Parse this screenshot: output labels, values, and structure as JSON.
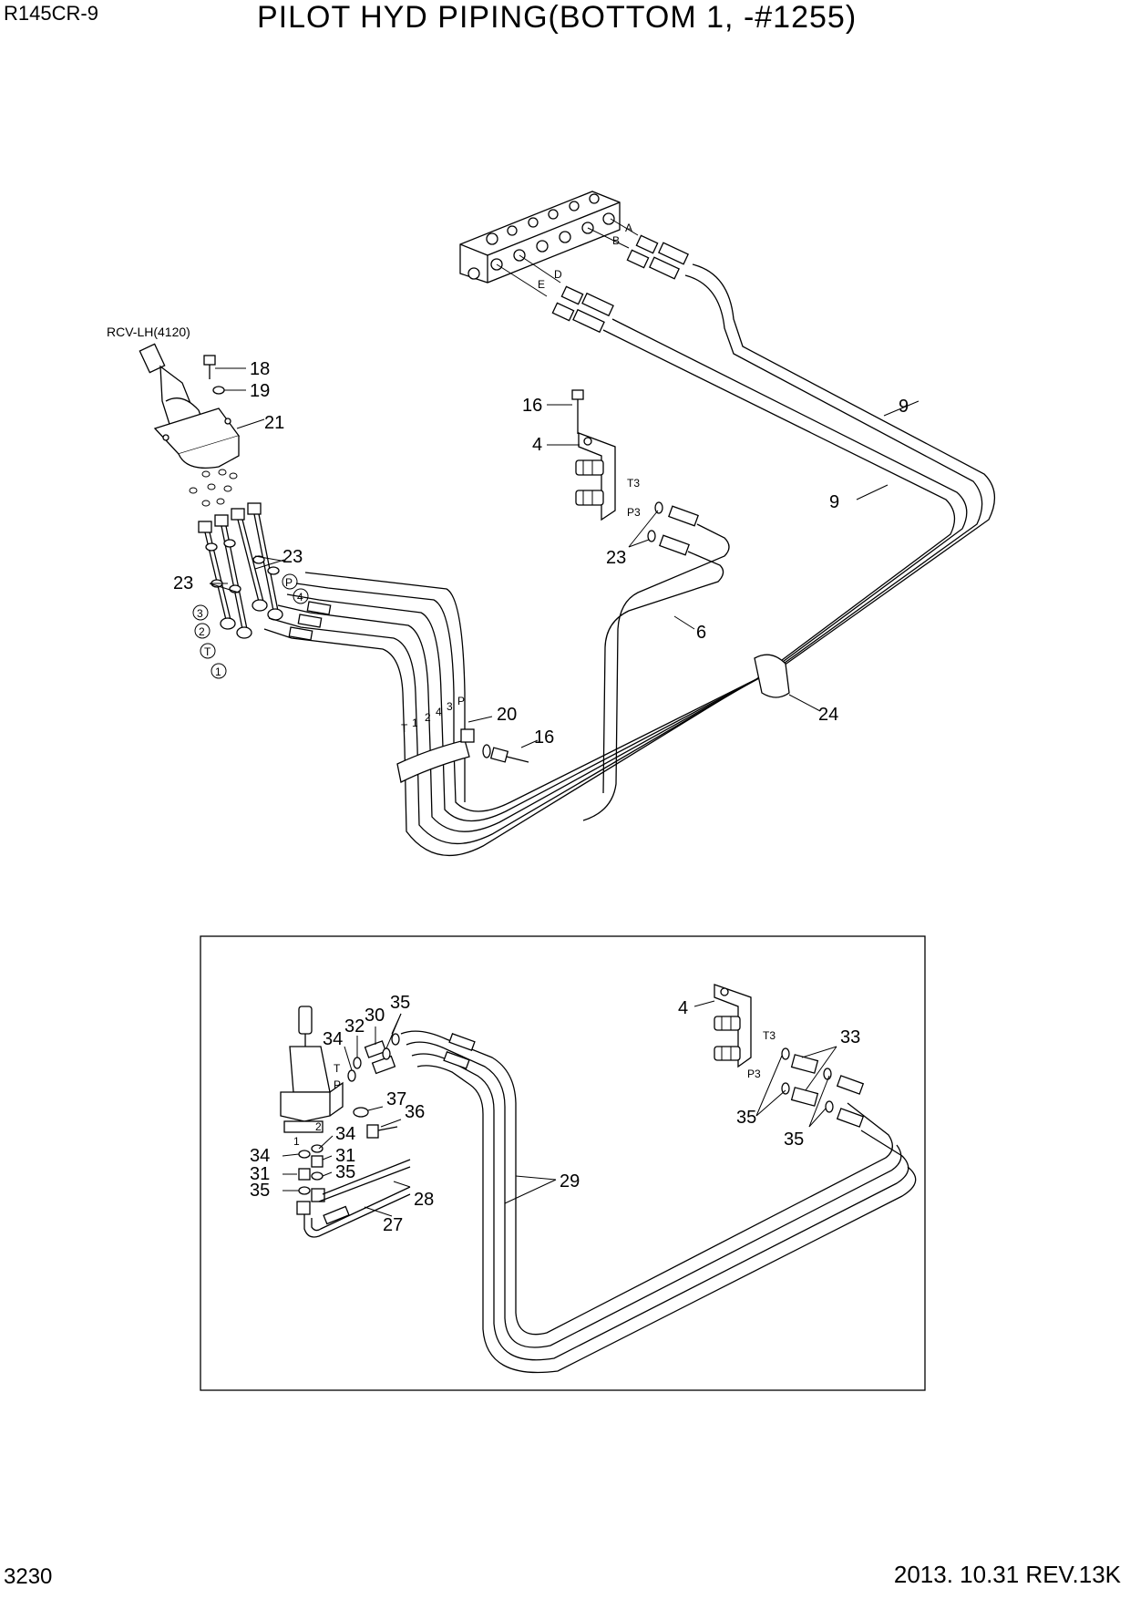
{
  "header": {
    "model": "R145CR-9",
    "title": "PILOT HYD PIPING(BOTTOM 1, -#1255)"
  },
  "footer": {
    "page_number": "3230",
    "revision": "2013. 10.31  REV.13K"
  },
  "diagram": {
    "rcv_label": "RCV-LH(4120)",
    "port_letters": [
      "A",
      "B",
      "D",
      "E"
    ],
    "bracket_ports": [
      "T3",
      "P3"
    ],
    "tube_marks": [
      "T",
      "1",
      "2",
      "4",
      "3",
      "P"
    ],
    "circled_ports": [
      "P",
      "4",
      "3",
      "2",
      "T",
      "1"
    ],
    "valve_ports": [
      "T",
      "P",
      "1",
      "2"
    ],
    "callouts_main": [
      "18",
      "19",
      "21",
      "16",
      "4",
      "9",
      "9",
      "23",
      "23",
      "23",
      "6",
      "20",
      "16",
      "24"
    ],
    "callouts_inset": [
      "35",
      "30",
      "32",
      "34",
      "37",
      "36",
      "34",
      "34",
      "31",
      "31",
      "35",
      "35",
      "28",
      "27",
      "29",
      "4",
      "33",
      "35",
      "35"
    ]
  }
}
